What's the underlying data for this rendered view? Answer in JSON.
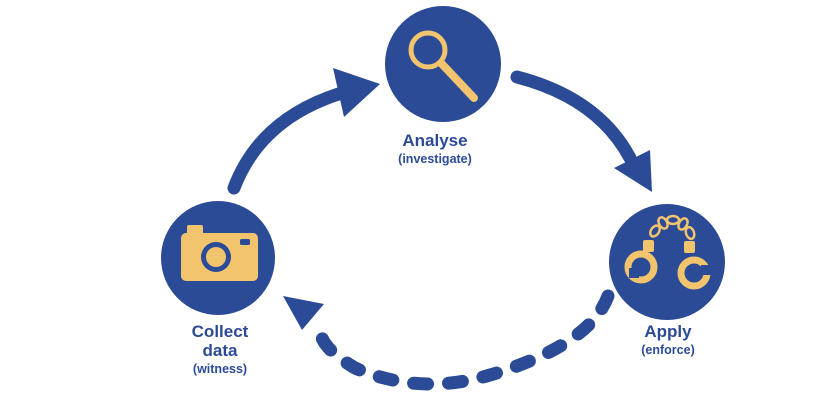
{
  "colors": {
    "primary": "#2c4b97",
    "accent": "#f2c46e",
    "background": "#ffffff"
  },
  "nodes": {
    "analyse": {
      "title": "Analyse",
      "subtitle": "(investigate)",
      "icon": "magnifying-glass-icon"
    },
    "collect": {
      "title_line1": "Collect",
      "title_line2": "data",
      "subtitle": "(witness)",
      "icon": "camera-icon"
    },
    "apply": {
      "title": "Apply",
      "subtitle": "(enforce)",
      "icon": "handcuffs-icon"
    }
  },
  "edges": [
    {
      "from": "collect",
      "to": "analyse",
      "style": "solid"
    },
    {
      "from": "analyse",
      "to": "apply",
      "style": "solid"
    },
    {
      "from": "apply",
      "to": "collect",
      "style": "dashed"
    }
  ]
}
